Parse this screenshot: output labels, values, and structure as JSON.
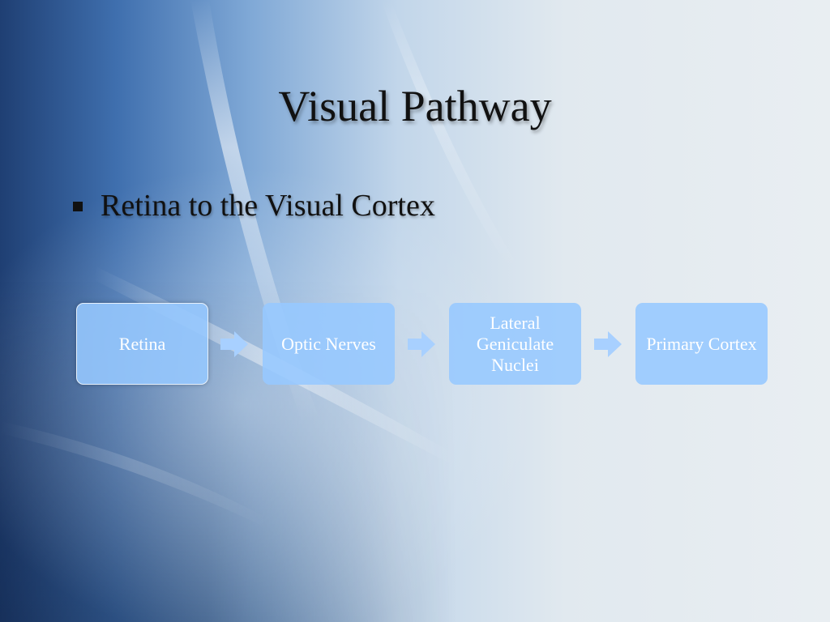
{
  "slide": {
    "title": "Visual Pathway",
    "bullets": [
      "Retina to the Visual Cortex"
    ]
  },
  "flow": {
    "steps": [
      "Retina",
      "Optic Nerves",
      "Lateral Geniculate Nuclei",
      "Primary Cortex"
    ],
    "arrow_icon": "arrow-right-icon",
    "box_color": "#96C8FF",
    "text_color": "#FFFFFF",
    "arrow_color": "#A8D0FF"
  }
}
